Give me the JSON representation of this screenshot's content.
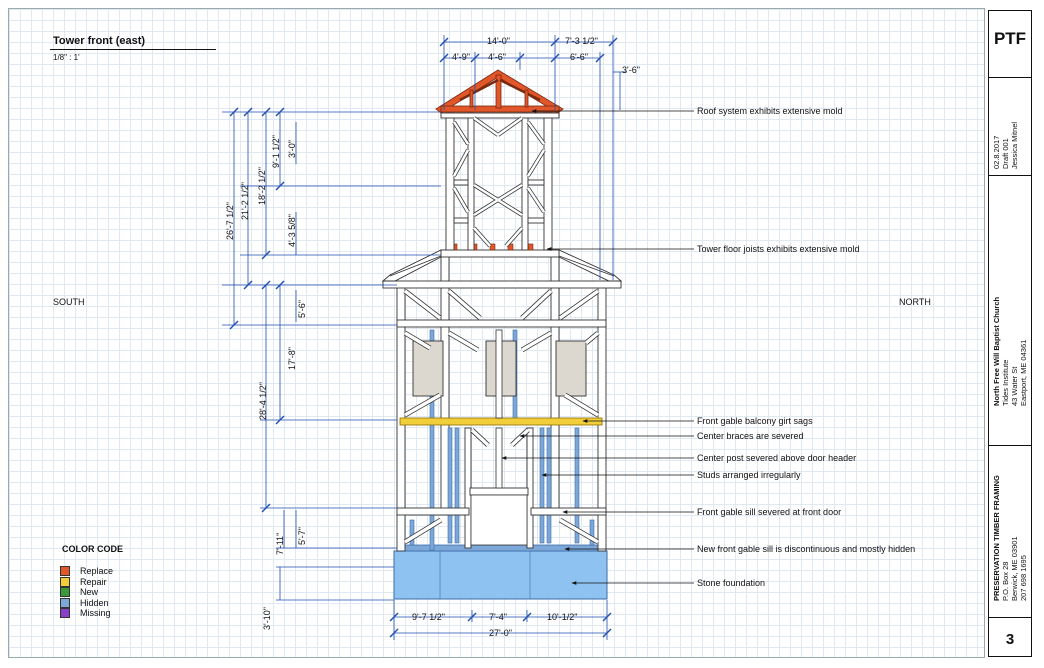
{
  "drawing": {
    "title": "Tower front (east)",
    "scale": "1/8\" : 1'",
    "south_label": "SOUTH",
    "north_label": "NORTH"
  },
  "dimensions": {
    "top_overall": "14'-0\"",
    "top_right": "7'-3 1/2\"",
    "top_left_sub": "4'-9\"",
    "top_mid_sub": "4'-6\"",
    "top_right_sub": "6'-6\"",
    "top_far_right": "3'-6\"",
    "v_26": "26'-7 1/2\"",
    "v_21": "21'-2 1/2\"",
    "v_18": "18'-2 1/2\"",
    "v_9": "9'-1 1/2\"",
    "v_3": "3'-0\"",
    "v_4": "4'-3 5/8\"",
    "v_5_6": "5'-6\"",
    "v_17": "17'-8\"",
    "v_28": "28'-4 1/2\"",
    "v_7_11": "7'-11\"",
    "v_5_7": "5'-7\"",
    "v_3_10": "3'-10\"",
    "bottom_left": "9'-7 1/2\"",
    "bottom_mid": "7'-4\"",
    "bottom_right": "10'-1/2\"",
    "bottom_overall": "27'-0\""
  },
  "notes": [
    "Roof system exhibits extensive mold",
    "Tower floor joists exhibits extensive mold",
    "Front gable balcony girt sags",
    "Center braces are severed",
    "Center post severed above door header",
    "Studs arranged irregularly",
    "Front gable sill severed at front door",
    "New front gable sill is discontinuous and mostly hidden",
    "Stone foundation"
  ],
  "legend": {
    "title": "COLOR CODE",
    "items": [
      {
        "label": "Replace",
        "color": "#e2572a"
      },
      {
        "label": "Repair",
        "color": "#f2cf3a"
      },
      {
        "label": "New",
        "color": "#3a9a3a"
      },
      {
        "label": "Hidden",
        "color": "#7da7d9"
      },
      {
        "label": "Missing",
        "color": "#8a3fc9"
      }
    ]
  },
  "title_block": {
    "logo": "PTF",
    "date_lines": [
      "02.8.2017",
      "Draft 001",
      "Jessica Mitnel"
    ],
    "project_lines": [
      "North Free Will Baptist Church",
      "Tides Institute",
      "43 Water St",
      "Eastport, ME  04361"
    ],
    "firm_lines": [
      "PRESERVATION TIMBER FRAMING",
      "P.O. Box 28",
      "Berwick, ME 03901",
      "207 698 1695"
    ],
    "sheet_number": "3"
  },
  "colors": {
    "replace": "#e2572a",
    "repair": "#f2cf3a",
    "hidden": "#7da7d9",
    "foundation": "#8ec2f0",
    "dimension": "#1f4fb0",
    "timber": "#ffffff",
    "window": "#ddd8cf"
  }
}
